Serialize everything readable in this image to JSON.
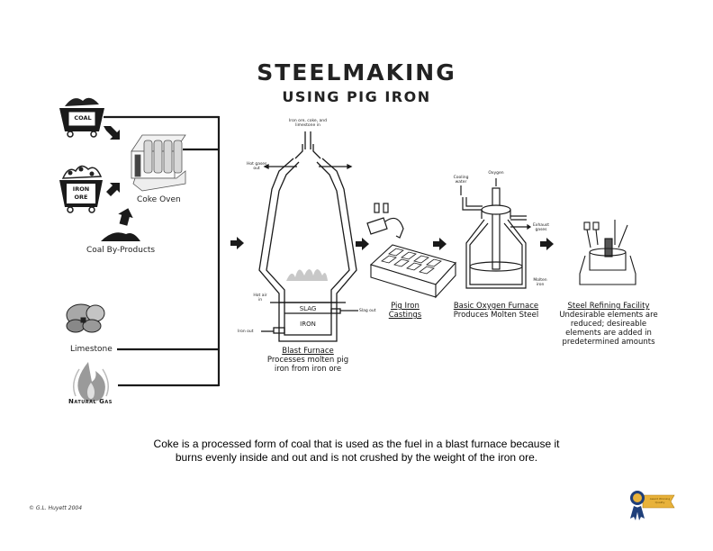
{
  "header": {
    "title": "STEELMAKING",
    "subtitle": "USING PIG IRON"
  },
  "inputs": {
    "coal_cart_label": "COAL",
    "iron_cart_label_line1": "IRON",
    "iron_cart_label_line2": "ORE",
    "coke_oven": "Coke Oven",
    "coal_byproducts": "Coal By-Products",
    "limestone": "Limestone",
    "natural_gas": "Natural Gas"
  },
  "blast_furnace": {
    "top_input_line1": "Iron ore, coke, and",
    "top_input_line2": "limestone in",
    "hot_gases_line1": "Hot gases",
    "hot_gases_line2": "out",
    "hot_air_line1": "Hot air",
    "hot_air_line2": "in",
    "slag": "SLAG",
    "iron": "IRON",
    "slag_out": "Slag out",
    "iron_out": "Iron out",
    "caption_title": "Blast Furnace",
    "caption_line1": "Processes molten pig",
    "caption_line2": "iron from iron ore"
  },
  "pig_iron": {
    "caption_line1": "Pig Iron",
    "caption_line2": "Castings"
  },
  "bof": {
    "cooling_line1": "Cooling",
    "cooling_line2": "water",
    "oxygen": "Oxygen",
    "exhaust_line1": "Exhaust",
    "exhaust_line2": "gases",
    "molten_line1": "Molten",
    "molten_line2": "iron",
    "caption_title": "Basic Oxygen Furnace",
    "caption_line1": "Produces Molten Steel"
  },
  "refining": {
    "caption_title": "Steel Refining Facility",
    "caption_line1": "Undesirable elements are",
    "caption_line2": "reduced; desireable",
    "caption_line3": "elements are added in",
    "caption_line4": "predetermined amounts"
  },
  "footer": {
    "caption_line1": "Coke is a processed form of coal that is used as the fuel in a blast furnace because it",
    "caption_line2": "burns evenly inside and out and is not crushed by the weight of the iron ore.",
    "copyright": "© G.L. Huyett 2004",
    "badge_text": "Award Winning Quality"
  },
  "colors": {
    "line": "#1a1a1a",
    "gray_fill": "#b0b0b0",
    "badge_gold": "#e8b23a",
    "badge_blue": "#1f3f7a"
  }
}
